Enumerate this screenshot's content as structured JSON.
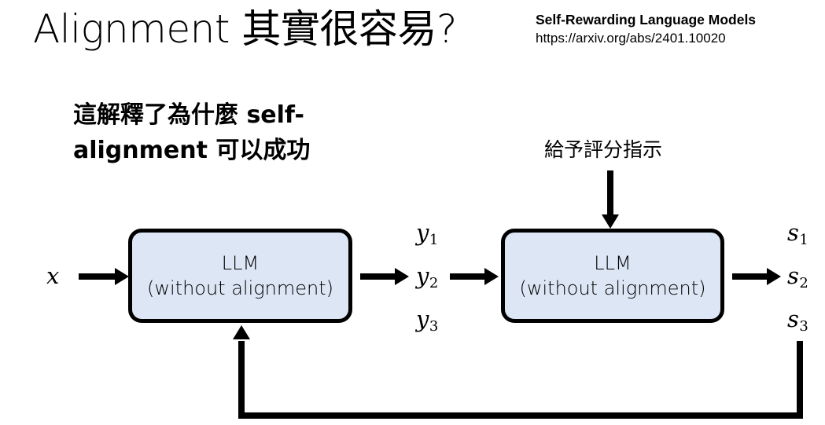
{
  "slide": {
    "title": "Alignment 其實很容易?",
    "paper": {
      "title": "Self-Rewarding Language Models",
      "url": "https://arxiv.org/abs/2401.10020"
    },
    "subtitle_note": "這解釋了為什麼 self-alignment 可以成功",
    "top_annotation": "給予評分指示"
  },
  "diagram": {
    "input_label": "x",
    "box_1": {
      "line1": "LLM",
      "line2": "(without alignment)"
    },
    "box_2": {
      "line1": "LLM",
      "line2": "(without alignment)"
    },
    "responses": [
      {
        "base": "y",
        "sub": "1"
      },
      {
        "base": "y",
        "sub": "2"
      },
      {
        "base": "y",
        "sub": "3"
      }
    ],
    "scores": [
      {
        "base": "s",
        "sub": "1"
      },
      {
        "base": "s",
        "sub": "2"
      },
      {
        "base": "s",
        "sub": "3"
      }
    ]
  },
  "colors": {
    "box_fill": "#dce6f4",
    "box_border": "#000000",
    "arrow": "#000000",
    "text": "#000000",
    "background": "#ffffff"
  }
}
